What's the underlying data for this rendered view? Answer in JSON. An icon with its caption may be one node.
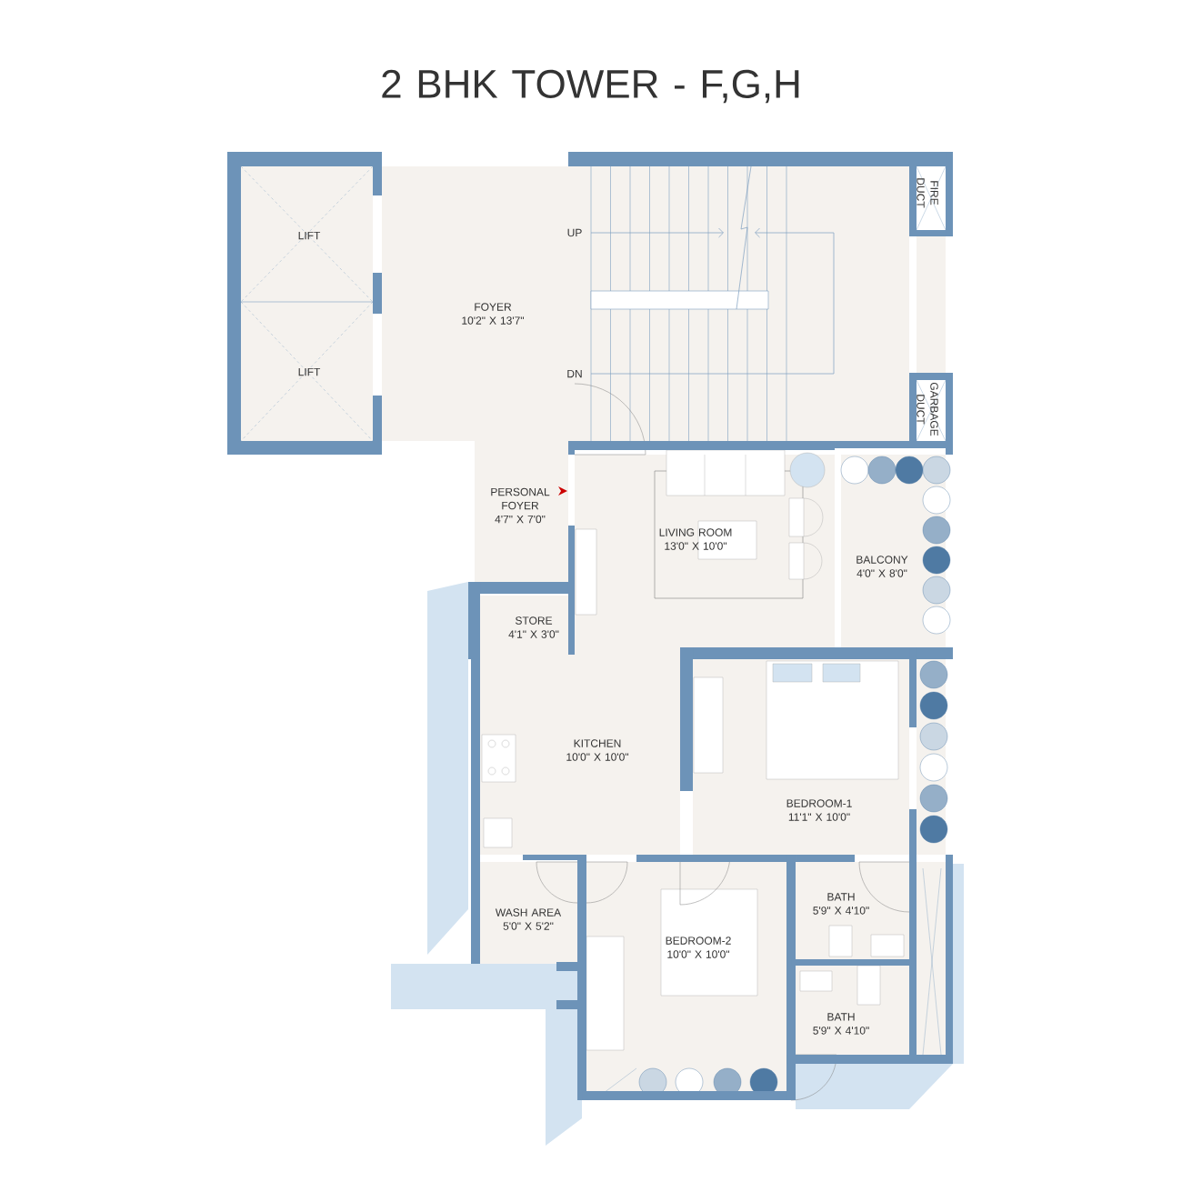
{
  "diagram": {
    "title": "2 BHK TOWER - F,G,H",
    "nodes": [
      {
        "text": [
          "LIFT"
        ]
      },
      {
        "text": [
          "LIFT"
        ]
      },
      {
        "text": [
          "FOYER",
          "10'2\" X 13'7\""
        ]
      },
      {
        "text": [
          "FIRE DUCT"
        ]
      },
      {
        "text": [
          "GARBAGE DUCT"
        ]
      },
      {
        "text": [
          "PERSONAL FOYER",
          "4'7\" X 7'0\""
        ]
      },
      {
        "text": [
          "LIVING ROOM",
          "13'0\" X 10'0\""
        ]
      },
      {
        "text": [
          "BALCONY",
          "4'0\" X 8'0\""
        ]
      },
      {
        "text": [
          "STORE",
          "4'1\" X 3'0\""
        ]
      },
      {
        "text": [
          "KITCHEN",
          "10'0\" X 10'0\""
        ]
      },
      {
        "text": [
          "BEDROOM-1",
          "11'1\" X 10'0\""
        ]
      },
      {
        "text": [
          "WASH AREA",
          "5'0\" X 5'2\""
        ]
      },
      {
        "text": [
          "BEDROOM-2",
          "10'0\" X 10'0\""
        ]
      },
      {
        "text": [
          "BATH",
          "5'9\" X 4'10\""
        ]
      },
      {
        "text": [
          "BATH",
          "5'9\" X 4'10\""
        ]
      }
    ],
    "labels": [
      "UP",
      "DN"
    ]
  }
}
